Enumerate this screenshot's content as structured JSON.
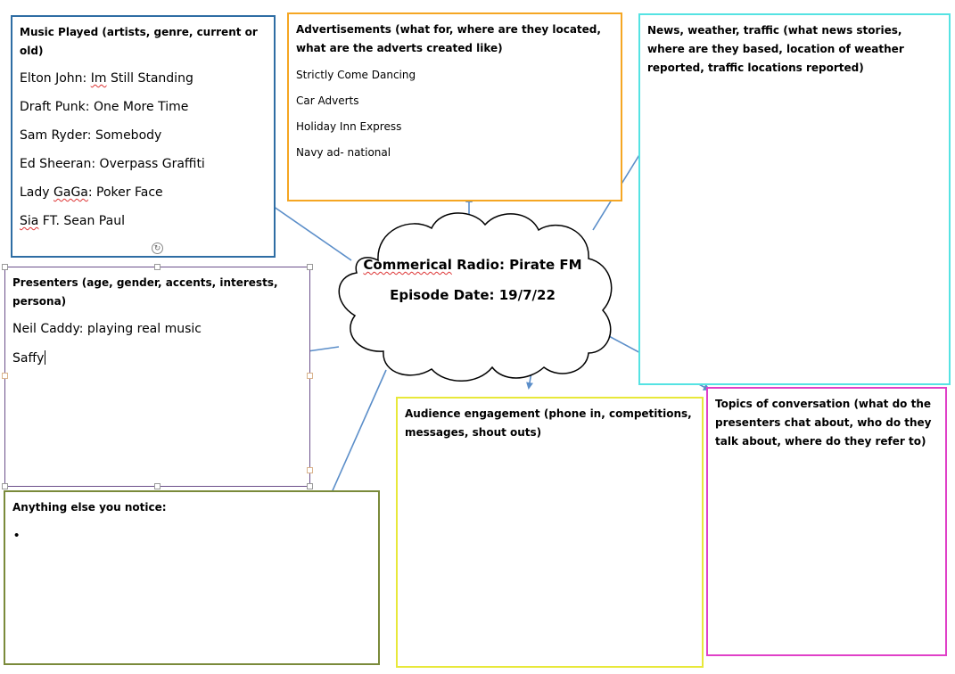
{
  "music": {
    "heading": "Music Played (artists, genre, current or old)",
    "items": [
      {
        "pre": "Elton John: ",
        "flag": "Im",
        "post": " Still Standing"
      },
      {
        "pre": "Draft Punk: One More Time",
        "flag": "",
        "post": ""
      },
      {
        "pre": "Sam Ryder: Somebody",
        "flag": "",
        "post": ""
      },
      {
        "pre": "Ed Sheeran: Overpass Graffiti",
        "flag": "",
        "post": ""
      },
      {
        "pre": "Lady ",
        "flag": "GaGa",
        "post": ": Poker Face"
      },
      {
        "pre": "",
        "flag": "Sia",
        "post": " FT. Sean Paul"
      }
    ]
  },
  "adverts": {
    "heading": "Advertisements (what for, where are they located, what are the adverts created like)",
    "items": [
      "Strictly Come Dancing",
      "Car Adverts",
      "Holiday Inn Express",
      "Navy ad- national"
    ]
  },
  "news": {
    "heading": "News, weather, traffic (what news stories, where are they based, location of weather reported, traffic locations reported)"
  },
  "presenters": {
    "heading": "Presenters (age, gender, accents, interests, persona)",
    "items": [
      "Neil Caddy: playing real music",
      "Saffy"
    ]
  },
  "center": {
    "title_pre": "Commerical",
    "title_post": " Radio: Pirate FM",
    "episode": "Episode Date: 19/7/22"
  },
  "audience": {
    "heading": "Audience engagement (phone in, competitions, messages, shout outs)"
  },
  "topics": {
    "heading": "Topics of conversation (what do the presenters chat about, who do they talk about, where do they refer to)"
  },
  "anything": {
    "heading": "Anything else you notice:",
    "bullet": "•"
  },
  "colors": {
    "music": "#2e6da4",
    "adverts": "#f5a623",
    "news": "#55e3e3",
    "presenters": "#6b4f8a",
    "audience": "#e8e83a",
    "topics": "#e040c8",
    "anything": "#7a8a3a",
    "arrow": "#5b8ec9"
  }
}
